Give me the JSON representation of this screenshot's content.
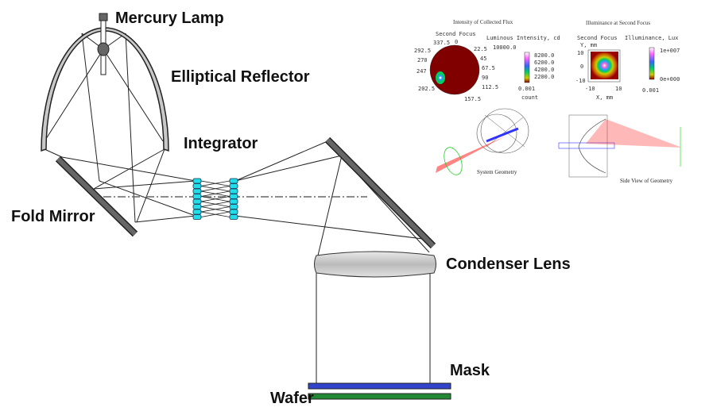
{
  "labels": {
    "mercury_lamp": "Mercury Lamp",
    "elliptical_reflector": "Elliptical Reflector",
    "integrator": "Integrator",
    "fold_mirror": "Fold Mirror",
    "condenser_lens": "Condenser Lens",
    "mask": "Mask",
    "wafer": "Wafer"
  },
  "panels": {
    "intensity": {
      "title": "Intensity of Collected Flux",
      "subtitle": "Second Focus",
      "colorbar_title": "Luminous Intensity, cd",
      "angles": [
        "337.5",
        "0",
        "22.5",
        "292.5",
        "270",
        "45",
        "247",
        "67.5",
        "90",
        "202.5",
        "112.5",
        "157.5"
      ],
      "max_label": "10000.0",
      "ticks": [
        "8200.0",
        "6200.0",
        "4200.0",
        "2200.0"
      ],
      "count_range": "0.001",
      "count_label": "count"
    },
    "illuminance": {
      "title": "Illuminance at Second Focus",
      "subtitle": "Second Focus",
      "y_label": "Y, mm",
      "x_label": "X, mm",
      "y_ticks": [
        "10",
        "0",
        "-10"
      ],
      "x_ticks": [
        "-10",
        "10"
      ],
      "colorbar_title": "Illuminance, Lux",
      "cb_max": "1e+007",
      "cb_min": "0e+000",
      "count_range": "0.001"
    },
    "system_geometry": {
      "title": "System Geometry"
    },
    "side_view": {
      "title": "Side View of Geometry"
    }
  },
  "colors": {
    "integrator": "#22dde8",
    "mask": "#3344cc",
    "wafer": "#228833",
    "mirror": "#555555",
    "rays": "#ff2222"
  }
}
